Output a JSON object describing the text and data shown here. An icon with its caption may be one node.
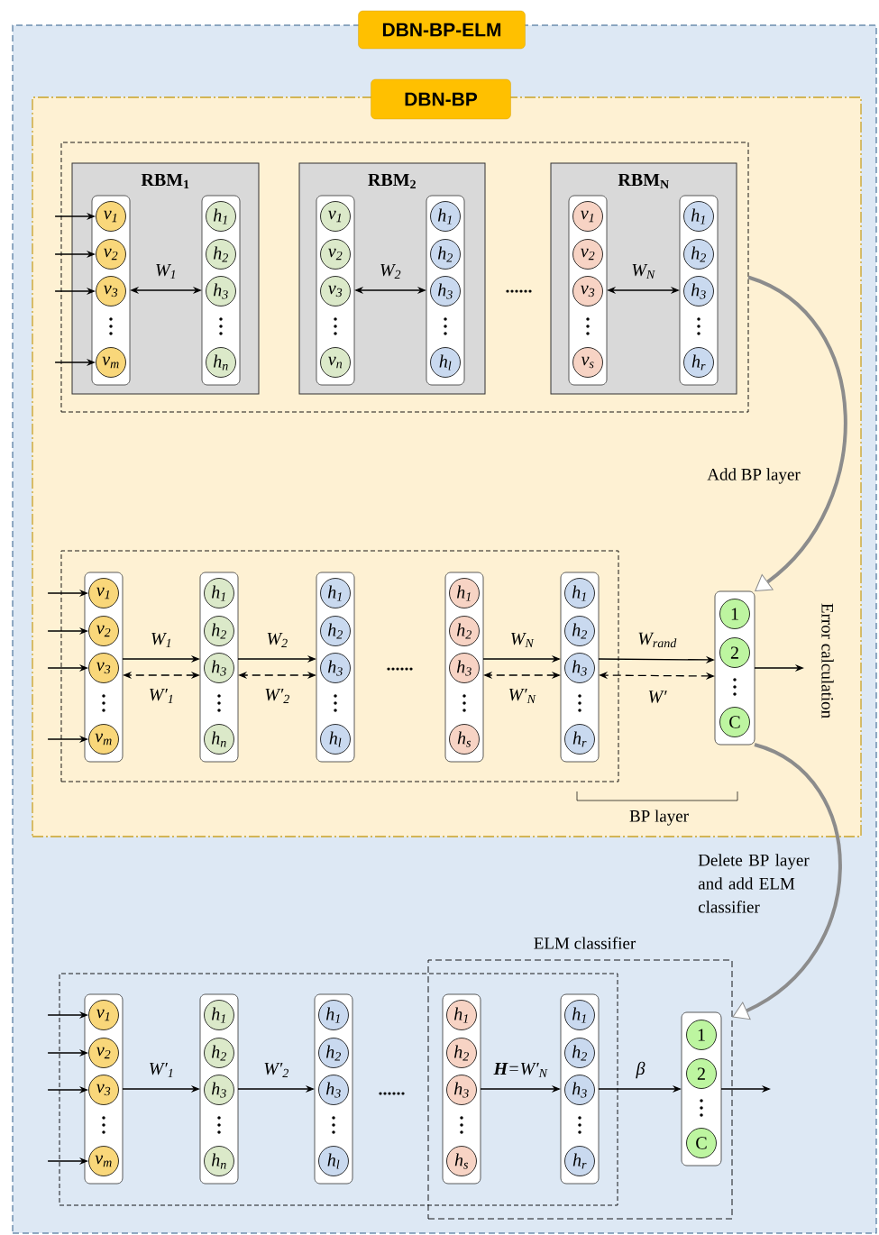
{
  "diagram": {
    "nodes": [
      {
        "text": [
          "DBN-BP-ELM"
        ]
      },
      {
        "text": [
          "DBN-BP"
        ],
        "in": 0
      },
      {
        "text": [],
        "shape": "box",
        "in": 1
      },
      {
        "text": [
          "RBM$_{1}$"
        ],
        "in": 2
      },
      {
        "text": [],
        "shape": "box",
        "in": 3
      },
      {
        "text": [
          "v$_{1}$"
        ],
        "in": 4
      },
      {
        "text": [
          "v$_{2}$"
        ],
        "in": 4
      },
      {
        "text": [
          "v$_{3}$"
        ],
        "in": 4
      },
      {
        "text": [
          "v$_{m}$"
        ],
        "in": 4
      },
      {
        "text": [],
        "shape": "box",
        "in": 3
      },
      {
        "text": [
          "h$_{1}$"
        ],
        "in": 9
      },
      {
        "text": [
          "h$_{2}$"
        ],
        "in": 9
      },
      {
        "text": [
          "h$_{3}$"
        ],
        "in": 9
      },
      {
        "text": [
          "h$_{n}$"
        ],
        "in": 9
      },
      {
        "text": [
          "RBM$_{2}$"
        ],
        "in": 2
      },
      {
        "text": [],
        "shape": "box",
        "in": 14
      },
      {
        "text": [
          "v$_{1}$"
        ],
        "in": 15
      },
      {
        "text": [
          "v$_{2}$"
        ],
        "in": 15
      },
      {
        "text": [
          "v$_{3}$"
        ],
        "in": 15
      },
      {
        "text": [
          "v$_{n}$"
        ],
        "in": 15
      },
      {
        "text": [],
        "shape": "box",
        "in": 14
      },
      {
        "text": [
          "h$_{1}$"
        ],
        "in": 20
      },
      {
        "text": [
          "h$_{2}$"
        ],
        "in": 20
      },
      {
        "text": [
          "h$_{3}$"
        ],
        "in": 20
      },
      {
        "text": [
          "h$_{l}$"
        ],
        "in": 20
      },
      {
        "text": [
          "RBM$_{N}$"
        ],
        "in": 2
      },
      {
        "text": [],
        "shape": "box",
        "in": 25
      },
      {
        "text": [
          "v$_{1}$"
        ],
        "in": 26
      },
      {
        "text": [
          "v$_{2}$"
        ],
        "in": 26
      },
      {
        "text": [
          "v$_{3}$"
        ],
        "in": 26
      },
      {
        "text": [
          "v$_{s}$"
        ],
        "in": 26
      },
      {
        "text": [],
        "shape": "box",
        "in": 25
      },
      {
        "text": [
          "h$_{1}$"
        ],
        "in": 31
      },
      {
        "text": [
          "h$_{2}$"
        ],
        "in": 31
      },
      {
        "text": [
          "h$_{3}$"
        ],
        "in": 31
      },
      {
        "text": [
          "h$_{r}$"
        ],
        "in": 31
      },
      {
        "text": [],
        "shape": "box",
        "in": 1
      },
      {
        "text": [],
        "shape": "box",
        "in": 36
      },
      {
        "text": [
          "v$_{1}$"
        ],
        "in": 37
      },
      {
        "text": [
          "v$_{2}$"
        ],
        "in": 37
      },
      {
        "text": [
          "v$_{3}$"
        ],
        "in": 37
      },
      {
        "text": [
          "v$_{m}$"
        ],
        "in": 37
      },
      {
        "text": [],
        "shape": "box",
        "in": 36
      },
      {
        "text": [
          "h$_{1}$"
        ],
        "in": 42
      },
      {
        "text": [
          "h$_{2}$"
        ],
        "in": 42
      },
      {
        "text": [
          "h$_{3}$"
        ],
        "in": 42
      },
      {
        "text": [
          "h$_{n}$"
        ],
        "in": 42
      },
      {
        "text": [],
        "shape": "box",
        "in": 36
      },
      {
        "text": [
          "h$_{1}$"
        ],
        "in": 47
      },
      {
        "text": [
          "h$_{2}$"
        ],
        "in": 47
      },
      {
        "text": [
          "h$_{3}$"
        ],
        "in": 47
      },
      {
        "text": [
          "h$_{l}$"
        ],
        "in": 47
      },
      {
        "text": [],
        "shape": "box",
        "in": 36
      },
      {
        "text": [
          "h$_{1}$"
        ],
        "in": 52
      },
      {
        "text": [
          "h$_{2}$"
        ],
        "in": 52
      },
      {
        "text": [
          "h$_{3}$"
        ],
        "in": 52
      },
      {
        "text": [
          "h$_{s}$"
        ],
        "in": 52
      },
      {
        "text": [],
        "shape": "box",
        "in": 36
      },
      {
        "text": [
          "h$_{1}$"
        ],
        "in": 57
      },
      {
        "text": [
          "h$_{2}$"
        ],
        "in": 57
      },
      {
        "text": [
          "h$_{3}$"
        ],
        "in": 57
      },
      {
        "text": [
          "h$_{r}$"
        ],
        "in": 57
      },
      {
        "text": [],
        "shape": "box",
        "in": 1
      },
      {
        "text": [
          "1"
        ],
        "in": 62
      },
      {
        "text": [
          "2"
        ],
        "in": 62
      },
      {
        "text": [
          "C"
        ],
        "in": 62
      },
      {
        "text": [],
        "shape": "box",
        "in": 0
      },
      {
        "text": [
          "ELM classifier"
        ],
        "in": 0
      },
      {
        "text": [],
        "shape": "box",
        "in": 66
      },
      {
        "text": [
          "v$_{1}$"
        ],
        "in": 68
      },
      {
        "text": [
          "v$_{2}$"
        ],
        "in": 68
      },
      {
        "text": [
          "v$_{3}$"
        ],
        "in": 68
      },
      {
        "text": [
          "v$_{m}$"
        ],
        "in": 68
      },
      {
        "text": [],
        "shape": "box",
        "in": 66
      },
      {
        "text": [
          "h$_{1}$"
        ],
        "in": 73
      },
      {
        "text": [
          "h$_{2}$"
        ],
        "in": 73
      },
      {
        "text": [
          "h$_{3}$"
        ],
        "in": 73
      },
      {
        "text": [
          "h$_{n}$"
        ],
        "in": 73
      },
      {
        "text": [],
        "shape": "box",
        "in": 66
      },
      {
        "text": [
          "h$_{1}$"
        ],
        "in": 78
      },
      {
        "text": [
          "h$_{2}$"
        ],
        "in": 78
      },
      {
        "text": [
          "h$_{3}$"
        ],
        "in": 78
      },
      {
        "text": [
          "h$_{l}$"
        ],
        "in": 78
      },
      {
        "text": [],
        "shape": "box"
      },
      {
        "text": [
          "h$_{1}$"
        ],
        "in": 83
      },
      {
        "text": [
          "h$_{2}$"
        ],
        "in": 83
      },
      {
        "text": [
          "h$_{3}$"
        ],
        "in": 83
      },
      {
        "text": [
          "h$_{s}$"
        ],
        "in": 83
      },
      {
        "text": [],
        "shape": "box"
      },
      {
        "text": [
          "h$_{1}$"
        ],
        "in": 88
      },
      {
        "text": [
          "h$_{2}$"
        ],
        "in": 88
      },
      {
        "text": [
          "h$_{3}$"
        ],
        "in": 88
      },
      {
        "text": [
          "h$_{r}$"
        ],
        "in": 88
      },
      {
        "text": [],
        "shape": "box",
        "in": 67
      },
      {
        "text": [
          "1"
        ],
        "in": 93
      },
      {
        "text": [
          "2"
        ],
        "in": 93
      },
      {
        "text": [
          "C"
        ],
        "in": 93
      }
    ],
    "edges": [
      {
        "from": null,
        "to": 5,
        "arrow": "to"
      },
      {
        "from": null,
        "to": 6,
        "arrow": "to"
      },
      {
        "from": null,
        "to": 7,
        "arrow": "to"
      },
      {
        "from": null,
        "to": 8,
        "arrow": "to"
      },
      {
        "from": 4,
        "to": 9,
        "arrow": "both",
        "label": "W$_{1}$"
      },
      {
        "from": 15,
        "to": 20,
        "arrow": "both",
        "label": "W$_{2}$"
      },
      {
        "from": 26,
        "to": 31,
        "arrow": "both",
        "label": "W$_{N}$"
      },
      {
        "from": 2,
        "to": 62,
        "arrow": "to",
        "style": "thick",
        "color": "#8c8c8c",
        "label": "Add BP layer"
      },
      {
        "from": null,
        "to": 38,
        "arrow": "to"
      },
      {
        "from": null,
        "to": 39,
        "arrow": "to"
      },
      {
        "from": null,
        "to": 40,
        "arrow": "to"
      },
      {
        "from": null,
        "to": 41,
        "arrow": "to"
      },
      {
        "from": 37,
        "to": 42,
        "arrow": "to",
        "label": "W$_{1}$"
      },
      {
        "from": 42,
        "to": 37,
        "arrow": "both",
        "style": "dashed",
        "label": "W′$_{1}$"
      },
      {
        "from": 42,
        "to": 47,
        "arrow": "to",
        "label": "W$_{2}$"
      },
      {
        "from": 47,
        "to": 42,
        "arrow": "both",
        "style": "dashed",
        "label": "W′$_{2}$"
      },
      {
        "from": 52,
        "to": 57,
        "arrow": "to",
        "label": "W$_{N}$"
      },
      {
        "from": 57,
        "to": 52,
        "arrow": "both",
        "style": "dashed",
        "label": "W′$_{N}$"
      },
      {
        "from": 57,
        "to": 62,
        "arrow": "to",
        "label": "W$_{rand}$"
      },
      {
        "from": 62,
        "to": 57,
        "arrow": "both",
        "style": "dashed",
        "label": "W′"
      },
      {
        "from": 62,
        "to": null,
        "arrow": "to"
      },
      {
        "from": 62,
        "to": 67,
        "arrow": "to",
        "style": "thick",
        "color": "#8c8c8c",
        "label": "Delete BP layer and add ELM classifier"
      },
      {
        "from": null,
        "to": 69,
        "arrow": "to"
      },
      {
        "from": null,
        "to": 70,
        "arrow": "to"
      },
      {
        "from": null,
        "to": 71,
        "arrow": "to"
      },
      {
        "from": null,
        "to": 72,
        "arrow": "to"
      },
      {
        "from": 68,
        "to": 73,
        "arrow": "to",
        "label": "W′$_{1}$"
      },
      {
        "from": 73,
        "to": 78,
        "arrow": "to",
        "label": "W′$_{2}$"
      },
      {
        "from": 83,
        "to": 88,
        "arrow": "to",
        "label": "**H**=W′$_{N}$"
      },
      {
        "from": 88,
        "to": 93,
        "arrow": "to",
        "label": "β"
      },
      {
        "from": 93,
        "to": null,
        "arrow": "to"
      }
    ],
    "labels": [
      "Error calculation",
      "BP layer"
    ]
  }
}
